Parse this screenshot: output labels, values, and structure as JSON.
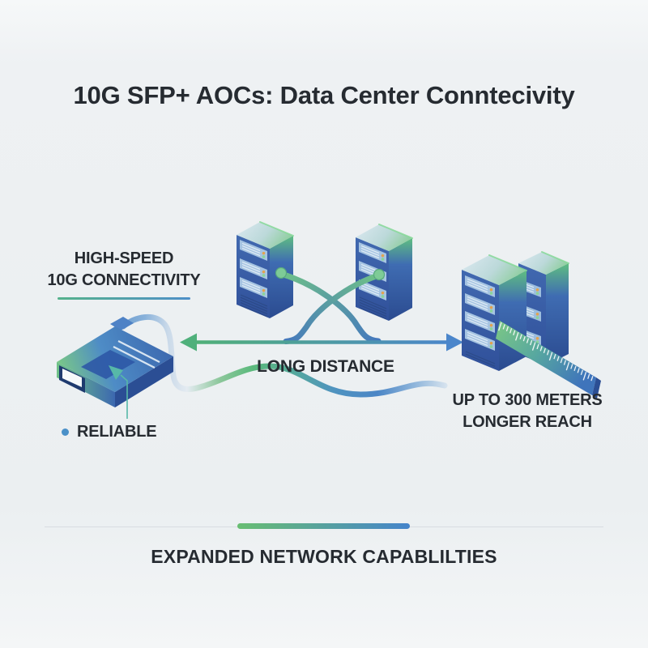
{
  "title": "10G SFP+ AOCs: Data Center Conntecivity",
  "labels": {
    "high_speed_line1": "HIGH-SPEED",
    "high_speed_line2": "10G CONNECTIVITY",
    "long_distance": "LONG DISTANCE",
    "reach_line1": "UP TO 300 METERS",
    "reach_line2": "LONGER REACH",
    "reliable": "RELIABLE",
    "footer": "EXPANDED NETWORK CAPABLILTIES"
  },
  "colors": {
    "accent_green": "#5cb878",
    "accent_blue": "#4585cb",
    "teal_pointer": "#56b8a8",
    "bullet_blue": "#4a90c8",
    "text_dark": "#24292e",
    "background": "#eef1f3"
  },
  "icons": [
    "server-tower-icon",
    "sfp-aoc-connector-icon",
    "fiber-cable-icon",
    "long-distance-double-arrow-icon",
    "measuring-ruler-icon",
    "pointer-arrow-icon",
    "bullet-dot-icon"
  ]
}
